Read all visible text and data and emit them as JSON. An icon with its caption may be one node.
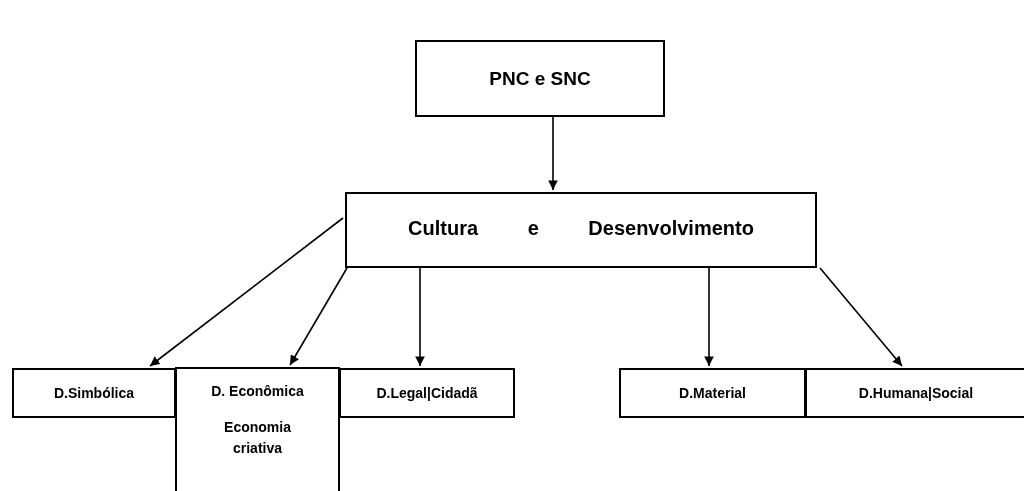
{
  "diagram": {
    "nodes": [
      {
        "text": [
          "PNC e SNC"
        ]
      },
      {
        "text": [
          "Cultura e Desenvolvimento"
        ]
      },
      {
        "text": [
          "D.Simbólica"
        ]
      },
      {
        "text": [
          "D. Econômica",
          "Economia criativa"
        ]
      },
      {
        "text": [
          "D.Legal|Cidadã"
        ]
      },
      {
        "text": [
          "D.Material"
        ]
      },
      {
        "text": [
          "D.Humana|Social"
        ]
      }
    ],
    "edges": [
      {
        "from": 0,
        "to": 1,
        "arrow": "to"
      },
      {
        "from": 1,
        "to": 2,
        "arrow": "to"
      },
      {
        "from": 1,
        "to": 3,
        "arrow": "to"
      },
      {
        "from": 1,
        "to": 4,
        "arrow": "to"
      },
      {
        "from": 1,
        "to": 5,
        "arrow": "to"
      },
      {
        "from": 1,
        "to": 6,
        "arrow": "to"
      }
    ]
  }
}
